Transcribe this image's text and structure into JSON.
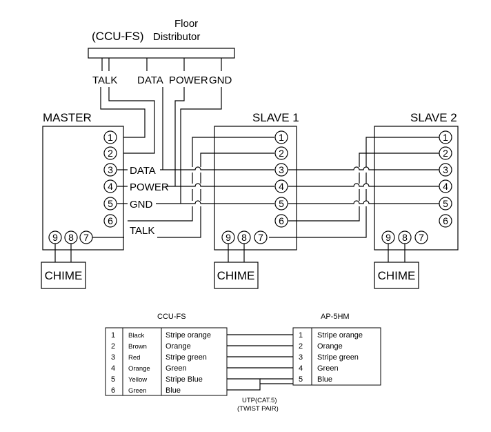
{
  "distributor": {
    "model": "(CCU-FS)",
    "title_line1": "Floor",
    "title_line2": "Distributor",
    "terminals": [
      "TALK",
      "DATA",
      "POWER",
      "GND"
    ]
  },
  "units": [
    {
      "name": "MASTER",
      "pins": [
        "1",
        "2",
        "3",
        "4",
        "5",
        "6"
      ],
      "chime_pins": [
        "9",
        "8",
        "7"
      ],
      "signals": [
        "DATA",
        "POWER",
        "GND",
        "TALK"
      ]
    },
    {
      "name": "SLAVE 1",
      "pins": [
        "1",
        "2",
        "3",
        "4",
        "5",
        "6"
      ],
      "chime_pins": [
        "9",
        "8",
        "7"
      ]
    },
    {
      "name": "SLAVE 2",
      "pins": [
        "1",
        "2",
        "3",
        "4",
        "5",
        "6"
      ],
      "chime_pins": [
        "9",
        "8",
        "7"
      ]
    }
  ],
  "chime_label": "CHIME",
  "wiring_table": {
    "left_title": "CCU-FS",
    "right_title": "AP-5HM",
    "left_rows": [
      {
        "pin": "1",
        "color": "Black",
        "pair": "Stripe orange"
      },
      {
        "pin": "2",
        "color": "Brown",
        "pair": "Orange"
      },
      {
        "pin": "3",
        "color": "Red",
        "pair": "Stripe green"
      },
      {
        "pin": "4",
        "color": "Orange",
        "pair": "Green"
      },
      {
        "pin": "5",
        "color": "Yellow",
        "pair": "Stripe Blue"
      },
      {
        "pin": "6",
        "color": "Green",
        "pair": "Blue"
      }
    ],
    "right_rows": [
      {
        "pin": "1",
        "pair": "Stripe orange"
      },
      {
        "pin": "2",
        "pair": "Orange"
      },
      {
        "pin": "3",
        "pair": "Stripe green"
      },
      {
        "pin": "4",
        "pair": "Green"
      },
      {
        "pin": "5",
        "pair": "Blue"
      }
    ],
    "cable_line1": "UTP(CAT.5)",
    "cable_line2": "(TWIST PAIR)"
  }
}
